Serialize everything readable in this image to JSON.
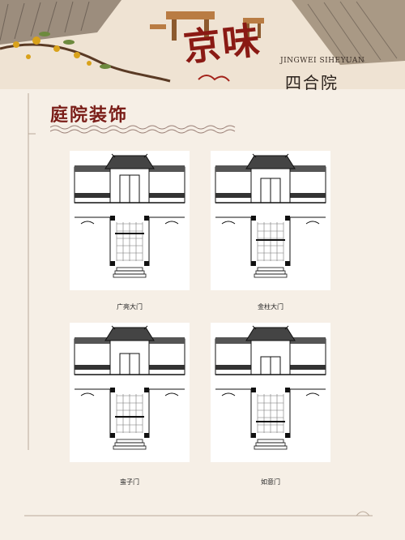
{
  "header": {
    "brand_main": "京味",
    "brand_pinyin": "JINGWEI SIHEYUAN",
    "brand_sub": "四合院"
  },
  "section": {
    "title": "庭院装饰"
  },
  "gates": [
    {
      "caption": "广亮大门"
    },
    {
      "caption": "金柱大门"
    },
    {
      "caption": "蛮子门"
    },
    {
      "caption": "如意门"
    }
  ]
}
